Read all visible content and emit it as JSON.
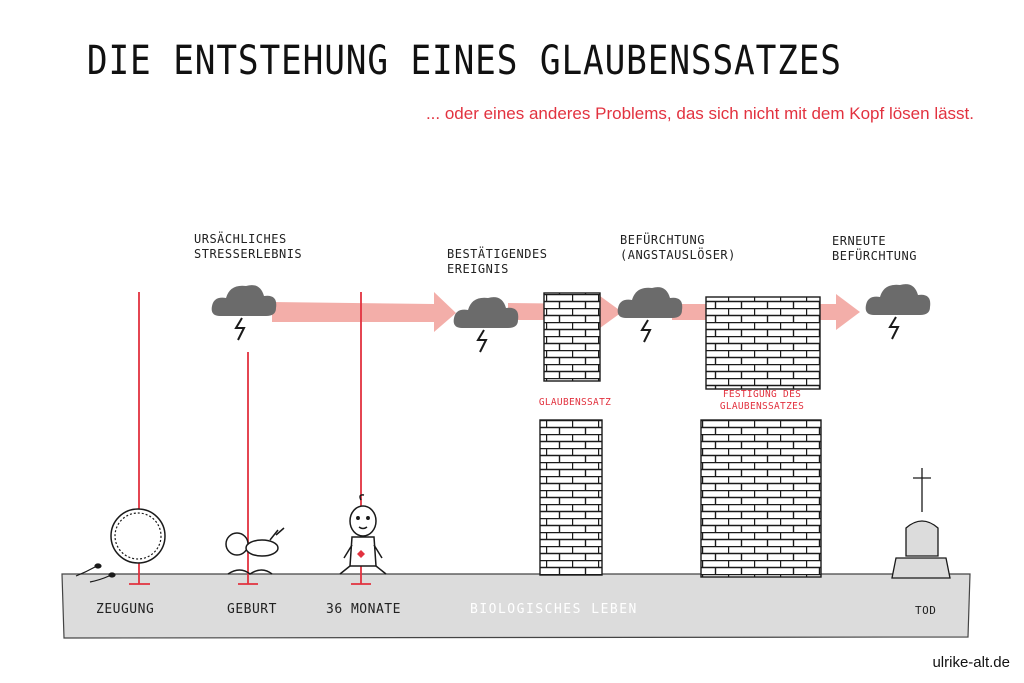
{
  "header": {
    "title": "DIE ENTSTEHUNG  EINES GLAUBENSSATZES",
    "subtitle": "... oder eines anderes Problems, das sich nicht mit dem Kopf lösen lässt."
  },
  "events": {
    "first_stress": "URSÄCHLICHES\nSTRESSERLEBNIS",
    "confirming": "BESTÄTIGENDES\nEREIGNIS",
    "fear": "BEFÜRCHTUNG\n(ANGSTAUSLÖSER)",
    "renewed_fear": "ERNEUTE\nBEFÜRCHTUNG"
  },
  "walls": {
    "belief_label": "GLAUBENSSATZ",
    "consolidation_label": "FESTIGUNG DES\nGLAUBENSSATZES"
  },
  "timeline": {
    "conception": "ZEUGUNG",
    "birth": "GEBURT",
    "months": "36 MONATE",
    "life": "BIOLOGISCHES LEBEN",
    "death": "TOD"
  },
  "footer": {
    "credit": "ulrike-alt.de"
  },
  "colors": {
    "accent_red": "#e2323f",
    "arrow_pink": "#f2a5a0",
    "ground_gray": "#dcdcdc",
    "cloud_gray": "#6b6b6b"
  }
}
